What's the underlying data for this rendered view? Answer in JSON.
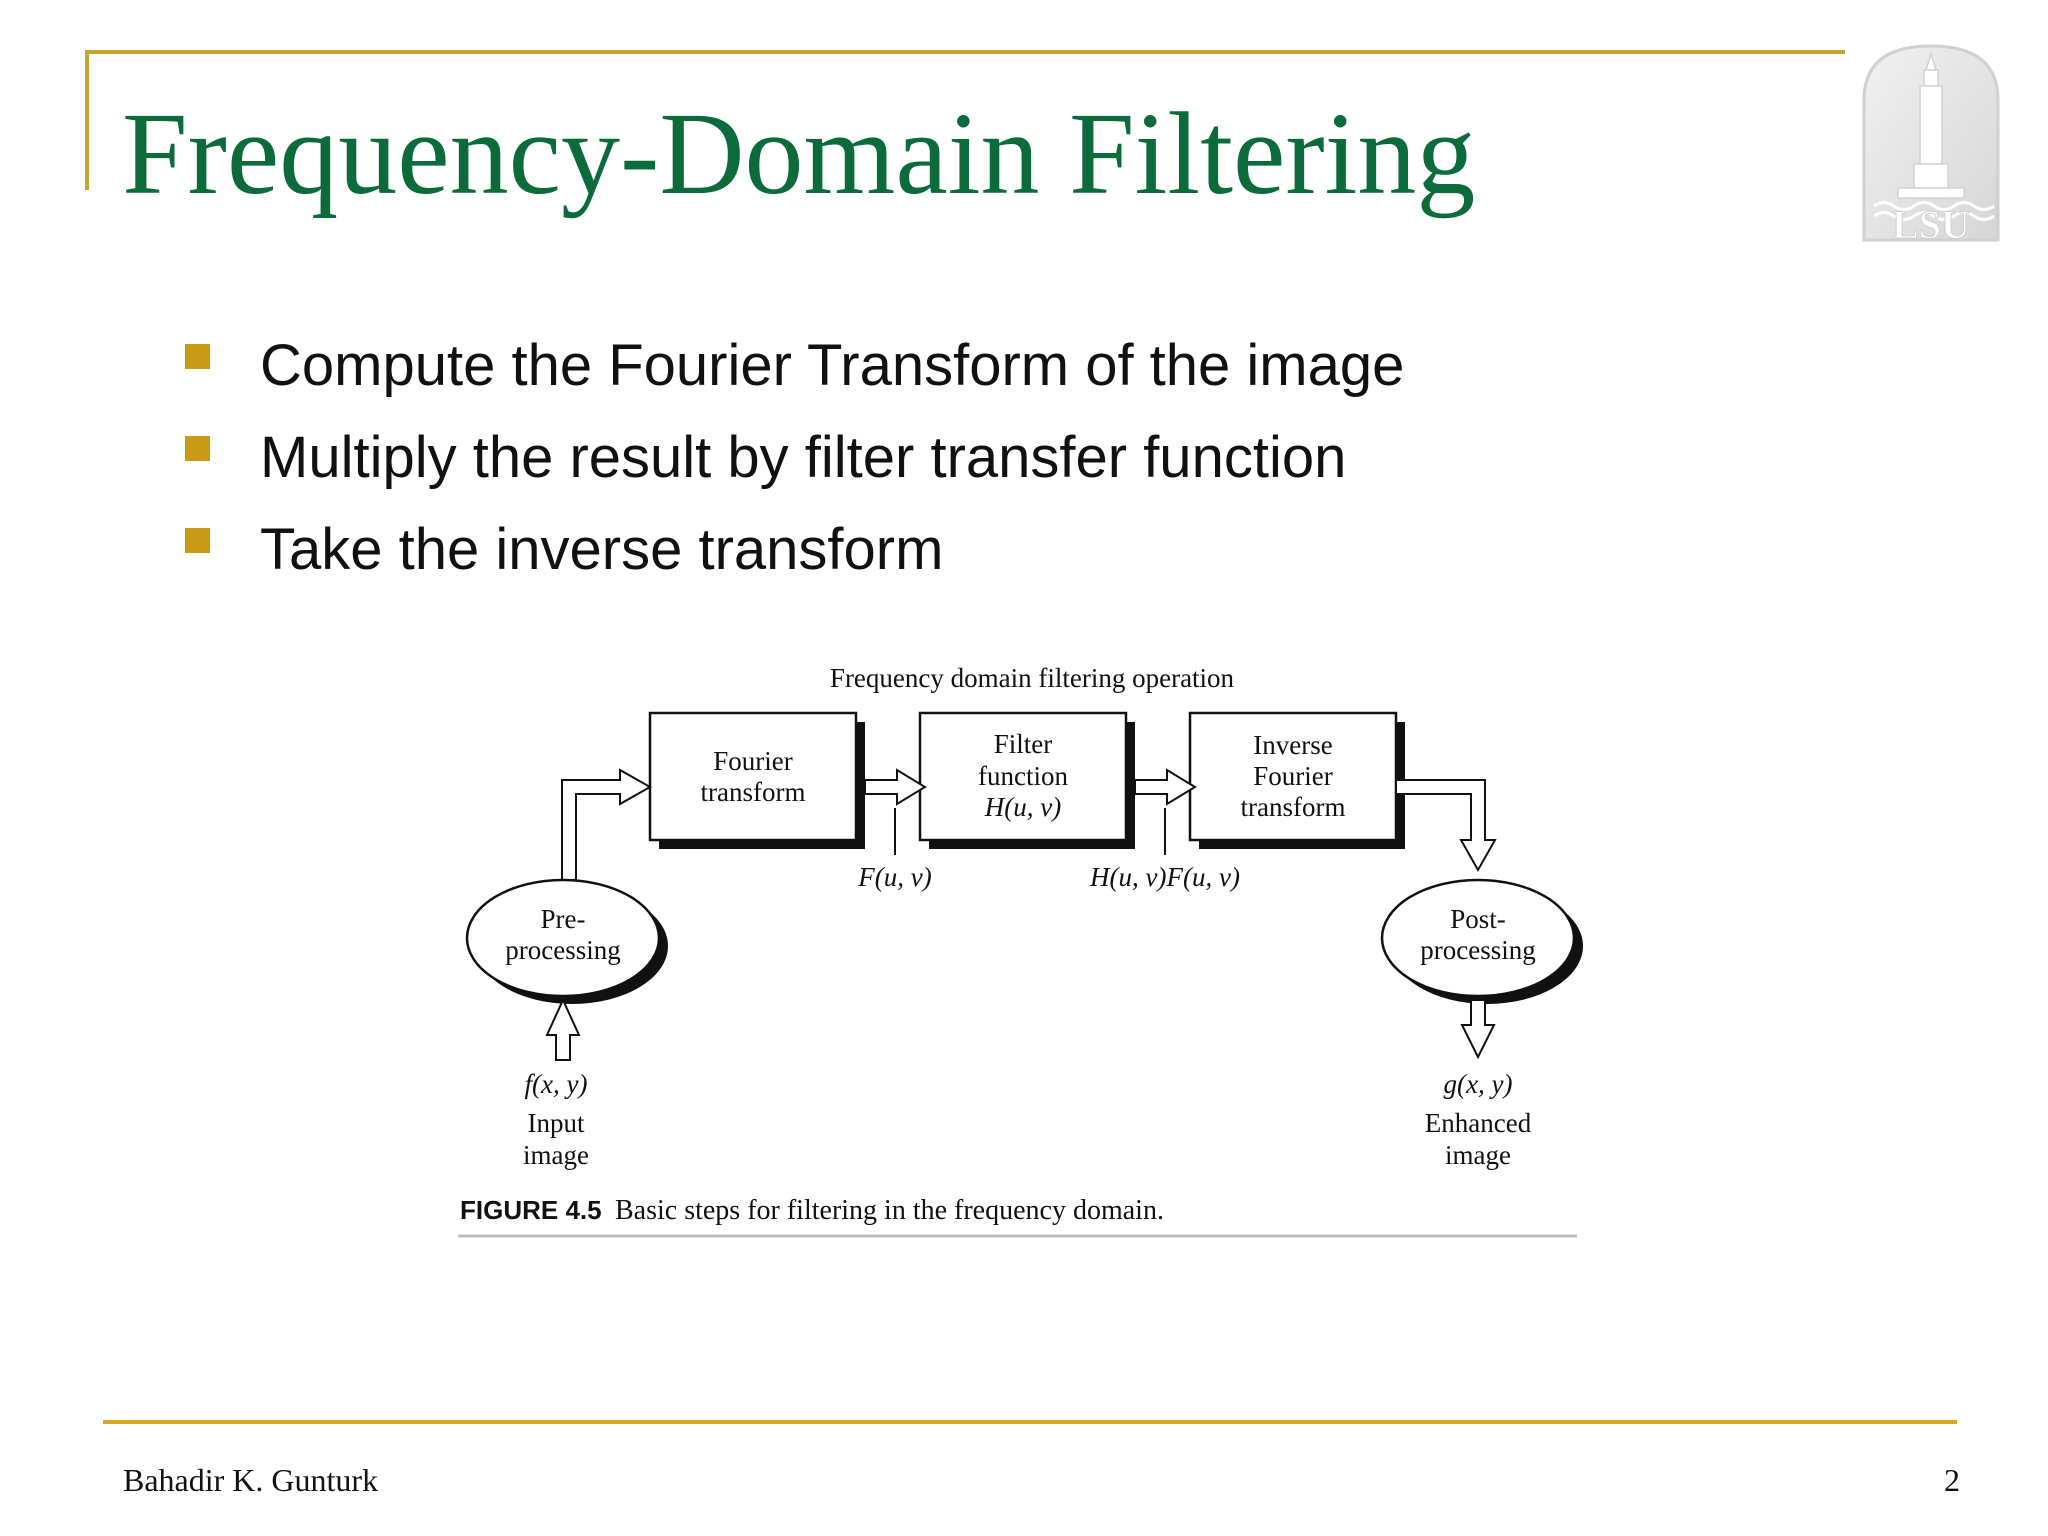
{
  "slide": {
    "title": "Frequency-Domain Filtering",
    "bullets": [
      "Compute the Fourier Transform of the image",
      "Multiply the result by filter transfer function",
      "Take the inverse transform"
    ],
    "logo": {
      "icon": "lsu-tower-icon",
      "text": "LSU"
    },
    "footer_author": "Bahadir K. Gunturk",
    "page_number": "2"
  },
  "figure": {
    "top_label": "Frequency domain filtering operation",
    "boxes": {
      "fourier": [
        "Fourier",
        "transform"
      ],
      "filter": [
        "Filter",
        "function",
        "H(u, v)"
      ],
      "inverse": [
        "Inverse",
        "Fourier",
        "transform"
      ]
    },
    "ellipses": {
      "pre": [
        "Pre-",
        "processing"
      ],
      "post": [
        "Post-",
        "processing"
      ]
    },
    "signals": {
      "F": "F(u, v)",
      "HF": "H(u, v)F(u, v)",
      "f": "f(x, y)",
      "g": "g(x, y)"
    },
    "captions": {
      "input": [
        "Input",
        "image"
      ],
      "enhanced": [
        "Enhanced",
        "image"
      ]
    },
    "figure_label": "FIGURE 4.5",
    "figure_caption": "Basic steps for filtering in the frequency domain."
  },
  "colors": {
    "title_green": "#0b6b3a",
    "accent_gold": "#c9a32b",
    "bullet_gold": "#c89a16"
  }
}
